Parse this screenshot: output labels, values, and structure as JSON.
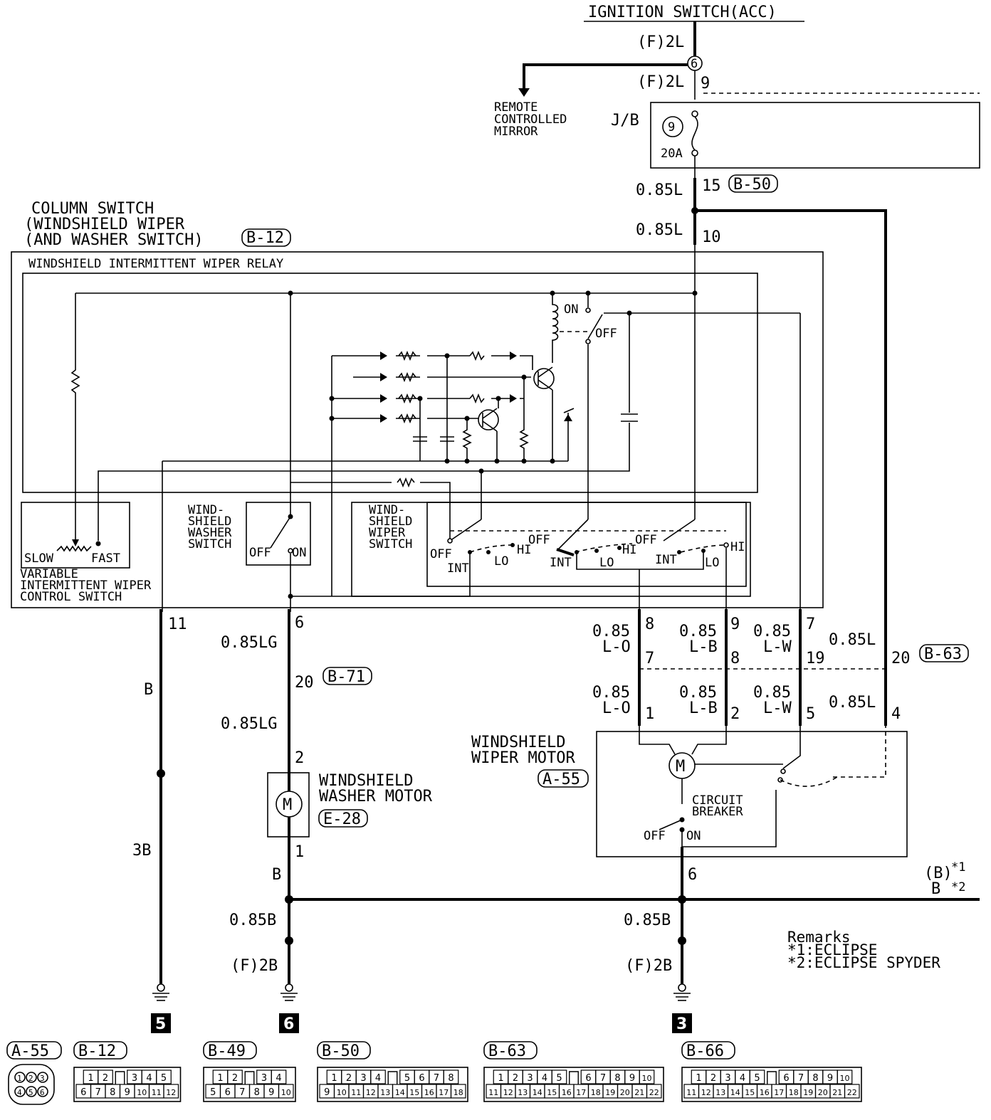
{
  "top": {
    "ignition": "IGNITION SWITCH(ACC)",
    "wire_f2l_top": "(F)2L",
    "splice_no": "6",
    "wire_f2l_mid": "(F)2L",
    "pin_9_top": "9"
  },
  "mirror": {
    "line1": "REMOTE",
    "line2": "CONTROLLED",
    "line3": "MIRROR"
  },
  "jb": {
    "label": "J/B",
    "fuse_no": "9",
    "fuse_amp": "20A"
  },
  "wires_top": {
    "w1": "0.85L",
    "p15": "15",
    "b50": "B-50",
    "w2": "0.85L",
    "p10": "10"
  },
  "column": {
    "line1": "COLUMN SWITCH",
    "line2": "(WINDSHIELD WIPER",
    "line3": "(AND WASHER SWITCH)",
    "b12": "B-12"
  },
  "relay": {
    "label": "WINDSHIELD INTERMITTENT WIPER RELAY",
    "on": "ON",
    "off": "OFF"
  },
  "var_switch": {
    "slow": "SLOW",
    "fast": "FAST",
    "line1": "VARIABLE",
    "line2": "INTERMITTENT WIPER",
    "line3": "CONTROL SWITCH"
  },
  "washer_switch": {
    "line1": "WIND-",
    "line2": "SHIELD",
    "line3": "WASHER",
    "line4": "SWITCH",
    "off": "OFF",
    "on": "ON"
  },
  "wiper_switch": {
    "line1": "WIND-",
    "line2": "SHIELD",
    "line3": "WIPER",
    "line4": "SWITCH",
    "off": "OFF",
    "int": "INT",
    "lo": "LO",
    "hi": "HI"
  },
  "pins": {
    "p11": "11",
    "p6": "6",
    "p8": "8",
    "p9": "9",
    "p7": "7",
    "p7b": "7",
    "p8b": "8",
    "p19": "19",
    "p20": "20",
    "p20b": "20",
    "p1": "1",
    "p2": "2",
    "p5": "5",
    "p4": "4",
    "p2w": "2",
    "p1w": "1",
    "p6m": "6"
  },
  "wires": {
    "b": "B",
    "lg1": "0.85LG",
    "lg2": "0.85LG",
    "b71": "B-71",
    "w085": "0.85",
    "lo": "L-O",
    "lb": "L-B",
    "lw": "L-W",
    "l": "0.85L",
    "b63": "B-63",
    "b3": "3B",
    "bw": "B",
    "b085": "0.85B",
    "f2b": "(F)2B",
    "b085r": "0.85B",
    "f2br": "(F)2B"
  },
  "washer_motor": {
    "line1": "WINDSHIELD",
    "line2": "WASHER MOTOR",
    "e28": "E-28"
  },
  "wiper_motor": {
    "line1": "WINDSHIELD",
    "line2": "WIPER MOTOR",
    "a55": "A-55",
    "cb1": "CIRCUIT",
    "cb2": "BREAKER",
    "off": "OFF",
    "on": "ON"
  },
  "notes": {
    "bparen": "(B)",
    "star1": "*1",
    "b": "B",
    "star2": "*2",
    "remarks": "Remarks",
    "r1": "*1:ECLIPSE",
    "r2": "*2:ECLIPSE SPYDER"
  },
  "grounds": [
    "5",
    "6",
    "3"
  ],
  "connectors": [
    {
      "id": "A-55"
    },
    {
      "id": "B-12",
      "row1": [
        "1",
        "2",
        "",
        "3",
        "4",
        "5"
      ],
      "row2": [
        "6",
        "7",
        "8",
        "9",
        "10",
        "11",
        "12"
      ]
    },
    {
      "id": "B-49",
      "row1": [
        "1",
        "2",
        "",
        "3",
        "4"
      ],
      "row2": [
        "5",
        "6",
        "7",
        "8",
        "9",
        "10"
      ]
    },
    {
      "id": "B-50",
      "row1": [
        "1",
        "2",
        "3",
        "4",
        "",
        "5",
        "6",
        "7",
        "8"
      ],
      "row2": [
        "9",
        "10",
        "11",
        "12",
        "13",
        "14",
        "15",
        "16",
        "17",
        "18"
      ]
    },
    {
      "id": "B-63",
      "row1": [
        "1",
        "2",
        "3",
        "4",
        "5",
        "",
        "6",
        "7",
        "8",
        "9",
        "10"
      ],
      "row2": [
        "11",
        "12",
        "13",
        "14",
        "15",
        "16",
        "17",
        "18",
        "19",
        "20",
        "21",
        "22"
      ]
    },
    {
      "id": "B-66",
      "row1": [
        "1",
        "2",
        "3",
        "4",
        "5",
        "",
        "6",
        "7",
        "8",
        "9",
        "10"
      ],
      "row2": [
        "11",
        "12",
        "13",
        "14",
        "15",
        "16",
        "17",
        "18",
        "19",
        "20",
        "21",
        "22"
      ]
    }
  ],
  "a55_pins": [
    "1",
    "2",
    "3",
    "4",
    "5",
    "6"
  ]
}
